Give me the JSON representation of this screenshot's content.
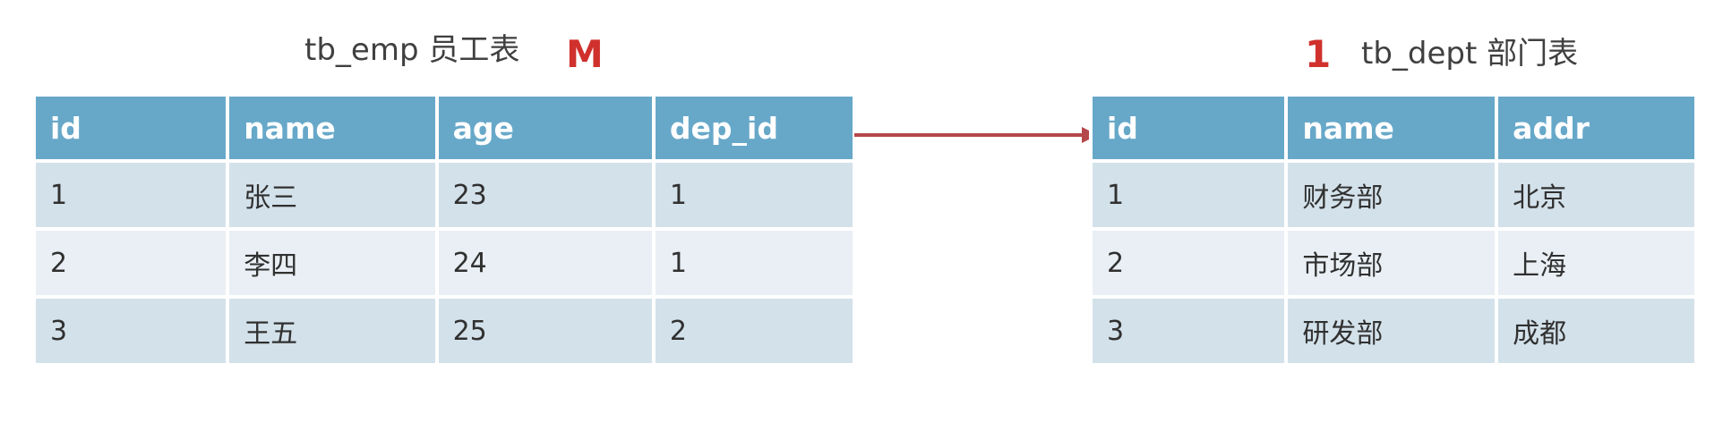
{
  "emp_table": {
    "title": "tb_emp 员工表",
    "cardinality": "M",
    "headers": [
      "id",
      "name",
      "age",
      "dep_id"
    ],
    "rows": [
      [
        "1",
        "张三",
        "23",
        "1"
      ],
      [
        "2",
        "李四",
        "24",
        "1"
      ],
      [
        "3",
        "王五",
        "25",
        "2"
      ]
    ]
  },
  "dept_table": {
    "title": "tb_dept 部门表",
    "cardinality": "1",
    "headers": [
      "id",
      "name",
      "addr"
    ],
    "rows": [
      [
        "1",
        "财务部",
        "北京"
      ],
      [
        "2",
        "市场部",
        "上海"
      ],
      [
        "3",
        "研发部",
        "成都"
      ]
    ]
  },
  "colors": {
    "header_bg": "#67a8c9",
    "row_odd_bg": "#d3e1ea",
    "row_even_bg": "#e9eff4",
    "arrow": "#b5474b",
    "cardinality": "#d0312d"
  }
}
